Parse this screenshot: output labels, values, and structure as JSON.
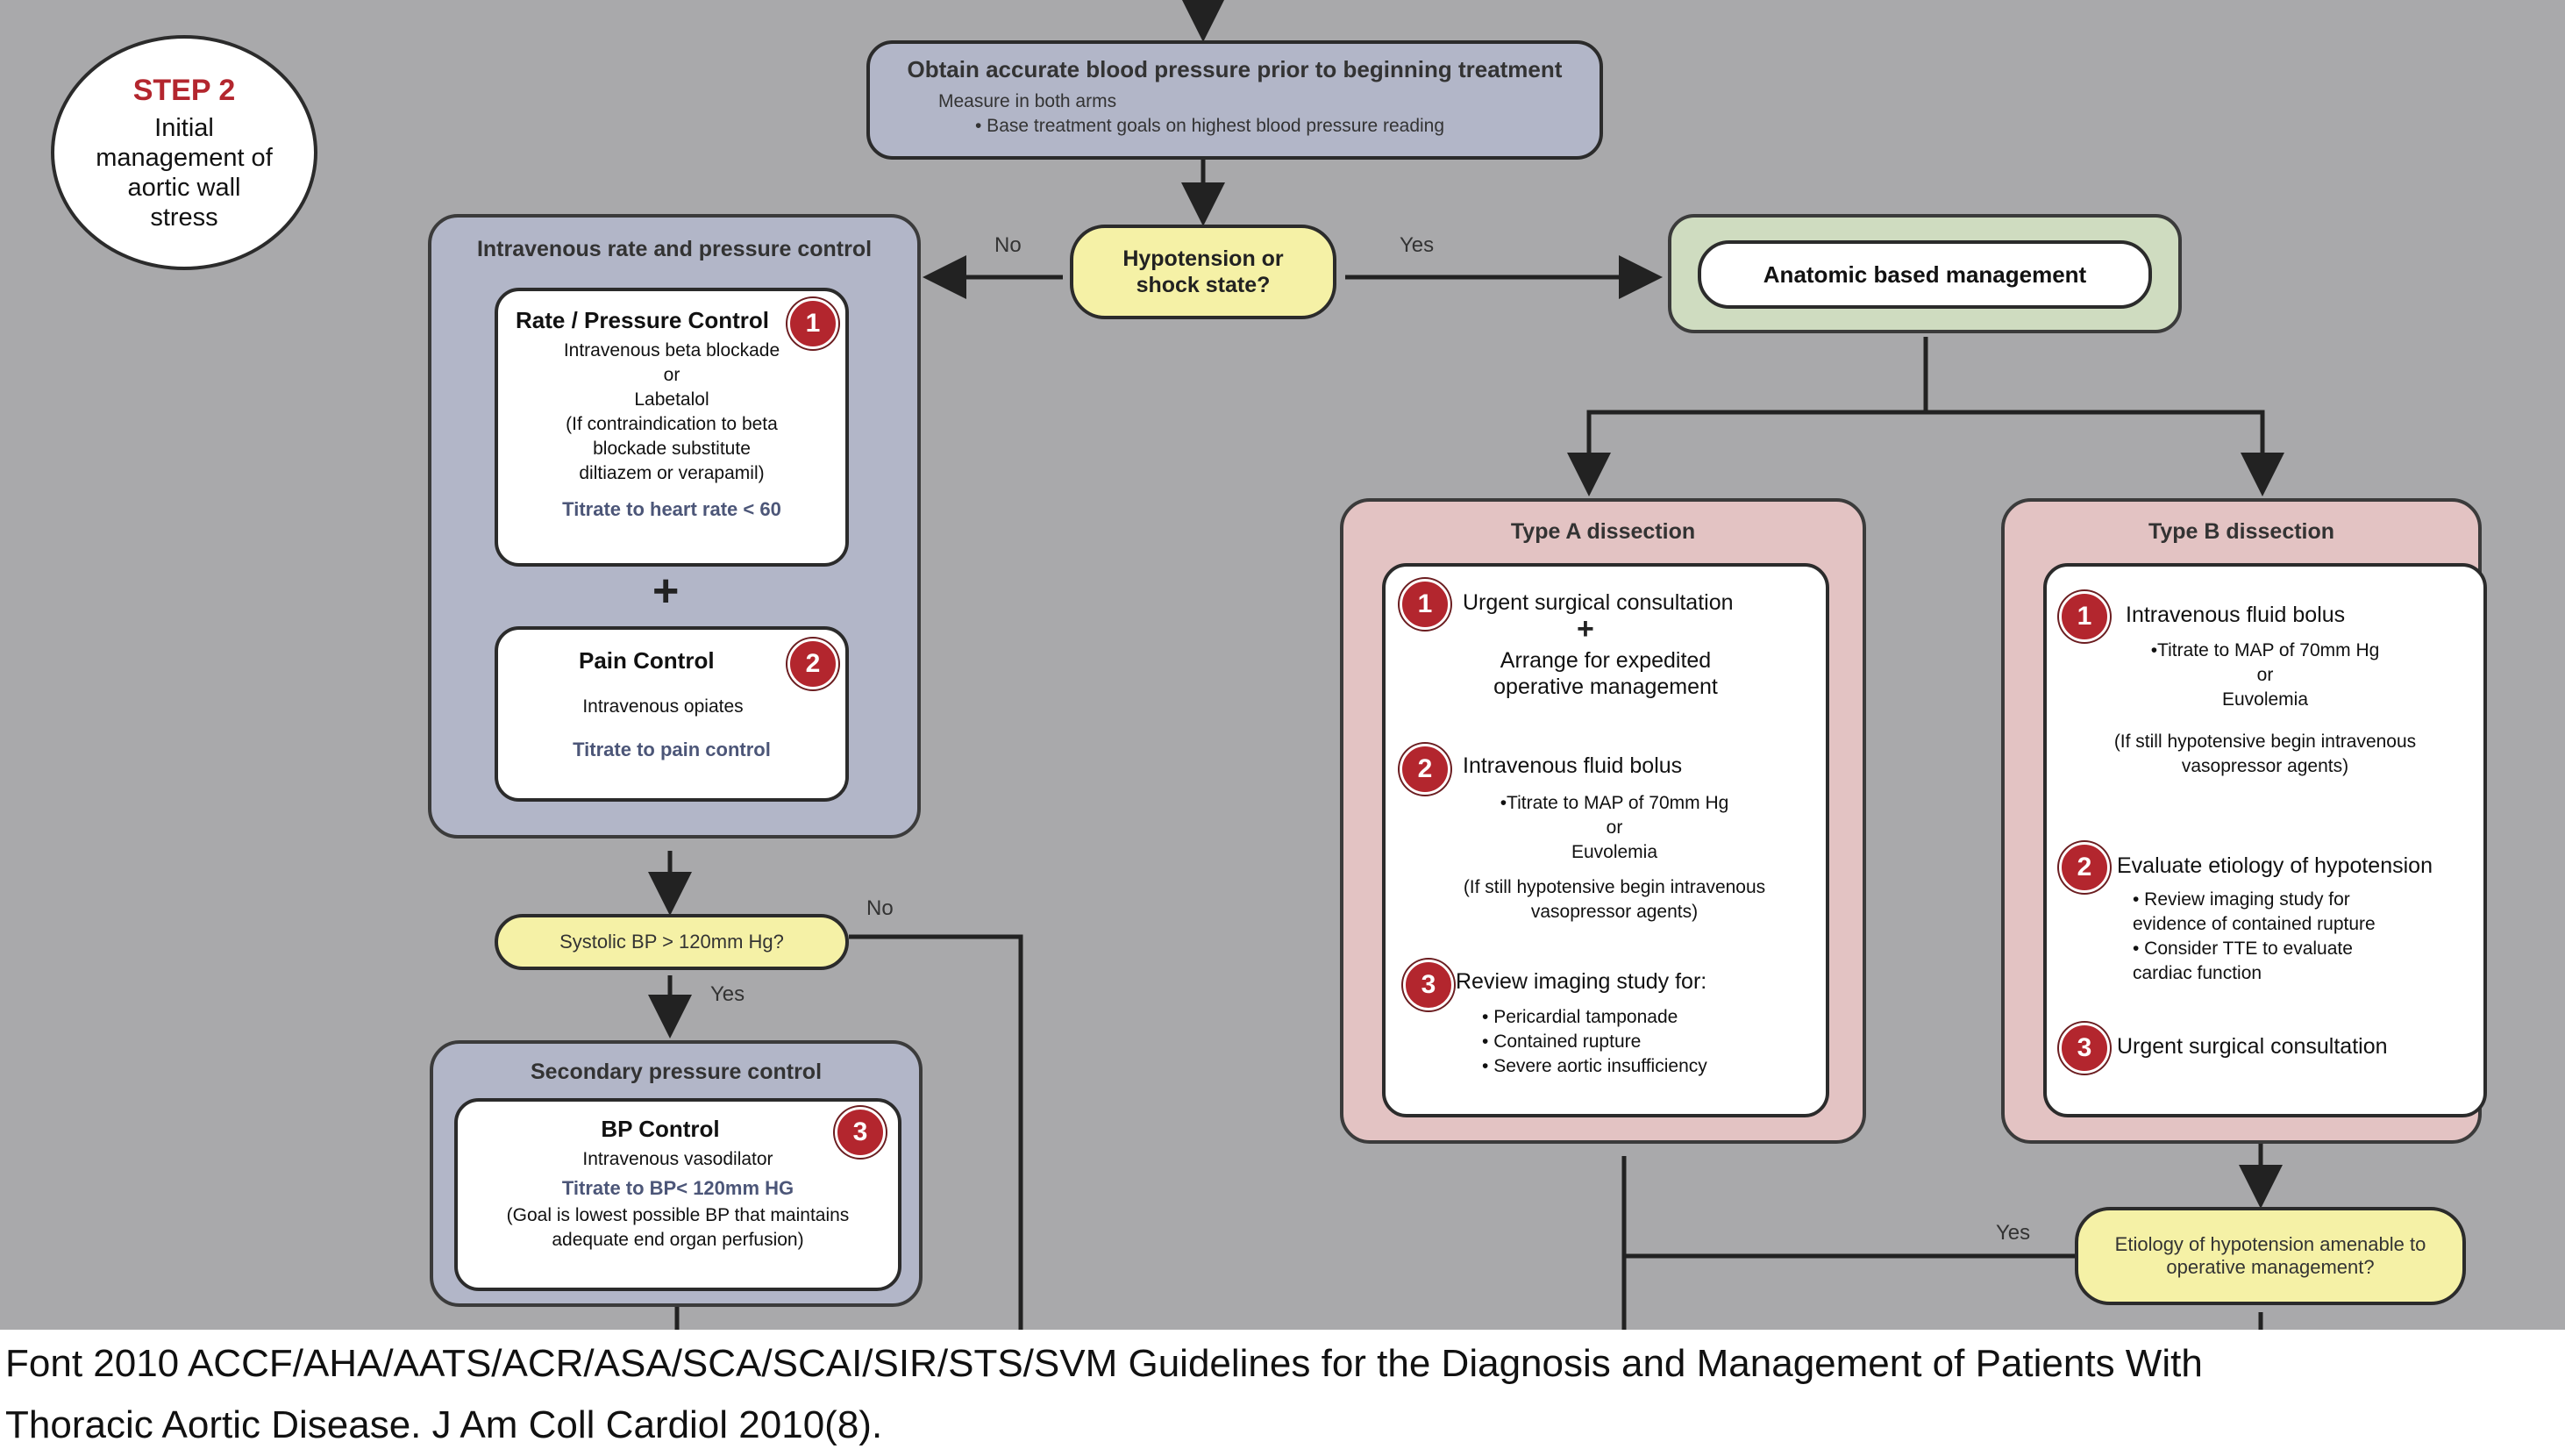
{
  "step": {
    "label": "STEP 2",
    "title": "Initial management of aortic wall stress"
  },
  "start": {
    "title": "Obtain accurate blood pressure prior to beginning treatment",
    "line1": "Measure in both arms",
    "line2": "• Base treatment goals on highest blood pressure reading"
  },
  "decision_hypotension": {
    "text": "Hypotension or shock state?",
    "no": "No",
    "yes": "Yes"
  },
  "anatomic": {
    "title": "Anatomic based management"
  },
  "iv_panel": {
    "title": "Intravenous rate and pressure control",
    "rate": {
      "title": "Rate / Pressure Control",
      "badge": "1",
      "line1": "Intravenous beta blockade",
      "line2": "or",
      "line3": "Labetalol",
      "line4": "(If contraindication to beta",
      "line5": "blockade substitute",
      "line6": "diltiazem or verapamil)",
      "goal": "Titrate to heart rate < 60"
    },
    "plus": "+",
    "pain": {
      "title": "Pain Control",
      "badge": "2",
      "line1": "Intravenous opiates",
      "goal": "Titrate to pain control"
    }
  },
  "decision_systolic": {
    "text": "Systolic BP > 120mm Hg?",
    "no": "No",
    "yes": "Yes"
  },
  "secondary": {
    "title": "Secondary pressure control",
    "bp": {
      "title": "BP Control",
      "badge": "3",
      "line1": "Intravenous vasodilator",
      "goal": "Titrate to BP< 120mm HG",
      "line2": "(Goal is lowest possible BP that maintains",
      "line3": "adequate end organ perfusion)"
    }
  },
  "type_a": {
    "title": "Type A dissection",
    "s1": {
      "badge": "1",
      "line1": "Urgent surgical consultation",
      "plus": "+",
      "line2": "Arrange for expedited",
      "line3": "operative management"
    },
    "s2": {
      "badge": "2",
      "line1": "Intravenous fluid bolus",
      "line2": "•Titrate to MAP of 70mm Hg",
      "line3": "or",
      "line4": "Euvolemia",
      "line5": "(If still hypotensive begin intravenous",
      "line6": "vasopressor agents)"
    },
    "s3": {
      "badge": "3",
      "line1": "Review imaging study for:",
      "bullets": [
        "Pericardial tamponade",
        "Contained rupture",
        "Severe aortic insufficiency"
      ]
    }
  },
  "type_b": {
    "title": "Type B dissection",
    "s1": {
      "badge": "1",
      "line1": "Intravenous fluid bolus",
      "line2": "•Titrate to MAP of 70mm Hg",
      "line3": "or",
      "line4": "Euvolemia",
      "line5": "(If still hypotensive begin intravenous",
      "line6": "vasopressor agents)"
    },
    "s2": {
      "badge": "2",
      "line1": "Evaluate etiology of hypotension",
      "b1": "• Review imaging study for",
      "b2": "evidence of contained rupture",
      "b3": "• Consider TTE to evaluate",
      "b4": "cardiac function"
    },
    "s3": {
      "badge": "3",
      "line1": "Urgent surgical consultation"
    }
  },
  "decision_etiology": {
    "text": "Etiology of hypotension amenable to operative management?",
    "yes": "Yes"
  },
  "caption": {
    "line1": "Font 2010 ACCF/AHA/AATS/ACR/ASA/SCA/SCAI/SIR/STS/SVM Guidelines for the Diagnosis and Management of Patients With",
    "line2": "Thoracic Aortic Disease. J Am Coll Cardiol 2010(8)."
  },
  "colors": {
    "background": "#a9a9ab",
    "badge": "#b3262e",
    "decision": "#f5f1a6",
    "grey_panel": "#b2b6c8",
    "pink_panel": "#e3c3c3",
    "green_panel": "#cfdcc0"
  }
}
